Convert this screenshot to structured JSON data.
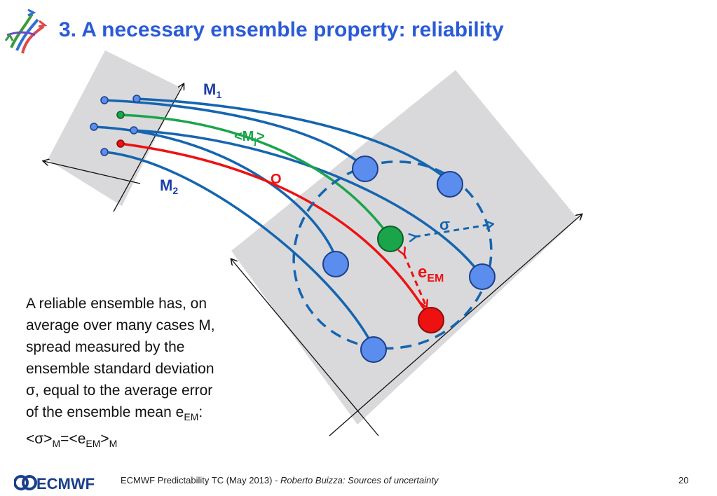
{
  "slide": {
    "title": "3. A necessary ensemble property: reliability",
    "body_line1": "A reliable ensemble has, on",
    "body_line2": "average over many cases M,",
    "body_line3": "spread measured by the",
    "body_line4": "ensemble standard deviation",
    "body_line5": "σ, equal to the average error",
    "body_line6_pre": "of the ensemble mean e",
    "body_line6_sub": "EM",
    "body_line6_post": ":",
    "formula_a": "<σ>",
    "formula_a_sub": "M",
    "formula_b": "=<e",
    "formula_b_sub": "EM",
    "formula_c": ">",
    "formula_c_sub": "M"
  },
  "diagram": {
    "label_m1": "M",
    "label_m1_sub": "1",
    "label_m2": "M",
    "label_m2_sub": "2",
    "label_mj_pre": "<M",
    "label_mj_sub": "j",
    "label_mj_post": ">",
    "label_o": "O",
    "label_sigma": "σ",
    "label_eem": "e",
    "label_eem_sub": "EM",
    "colors": {
      "member": "#1565b0",
      "member_fill": "#5b8def",
      "ensemble_mean": "#1aa54a",
      "observation": "#ee1111",
      "plane": "#d9d9db",
      "sigma_label": "#1565b0",
      "eem_label": "#ee1111"
    }
  },
  "footer": {
    "logo_text": "ECMWF",
    "event": "ECMWF Predictability TC (May 2013) - ",
    "author": "Roberto Buizza: Sources of uncertainty",
    "page": "20"
  }
}
